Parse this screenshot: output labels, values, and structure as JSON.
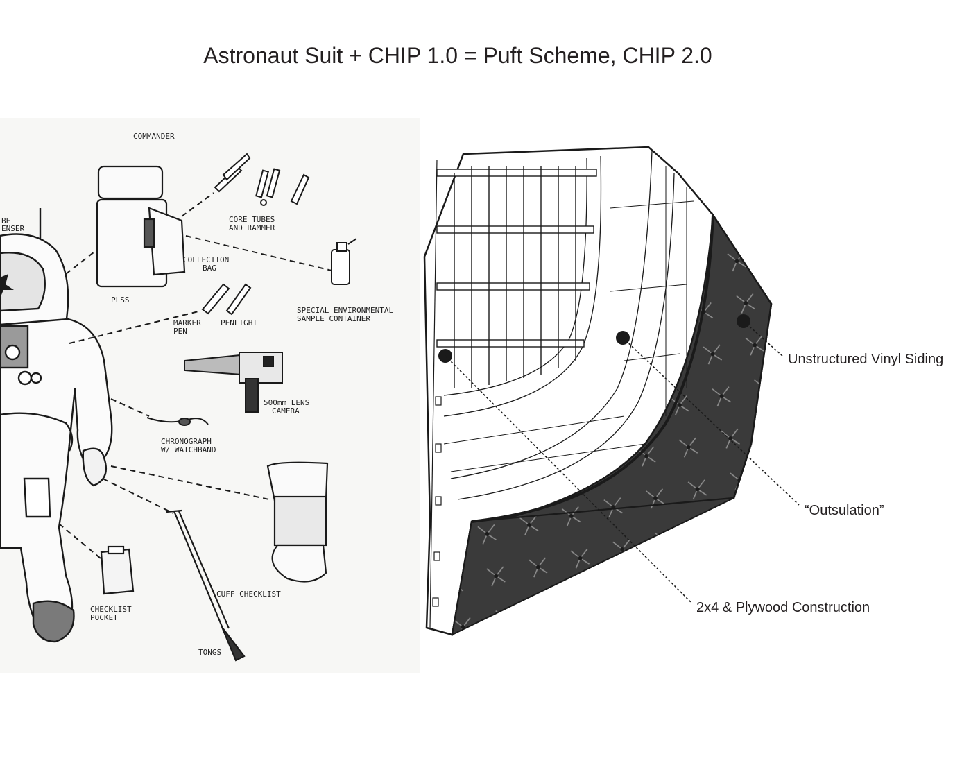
{
  "title": "Astronaut Suit + CHIP 1.0 = Puft Scheme, CHIP 2.0",
  "astronaut_labels": {
    "commander": "COMMANDER",
    "dispenser_top": "BE",
    "dispenser_bottom": "ENSER",
    "core_tubes_1": "CORE TUBES",
    "core_tubes_2": "AND RAMMER",
    "collection_bag_1": "COLLECTION",
    "collection_bag_2": "BAG",
    "plss": "PLSS",
    "marker_pen_1": "MARKER",
    "marker_pen_2": "PEN",
    "penlight": "PENLIGHT",
    "sample_container_1": "SPECIAL ENVIRONMENTAL",
    "sample_container_2": "SAMPLE CONTAINER",
    "camera_1": "500mm LENS",
    "camera_2": "CAMERA",
    "chronograph_1": "CHRONOGRAPH",
    "chronograph_2": "W/ WATCHBAND",
    "cuff_checklist": "CUFF CHECKLIST",
    "checklist_pocket_1": "CHECKLIST",
    "checklist_pocket_2": "POCKET",
    "tongs": "TONGS"
  },
  "callouts": {
    "vinyl_siding": "Unstructured Vinyl Siding",
    "outsulation": "“Outsulation”",
    "plywood": "2x4 & Plywood Construction"
  }
}
